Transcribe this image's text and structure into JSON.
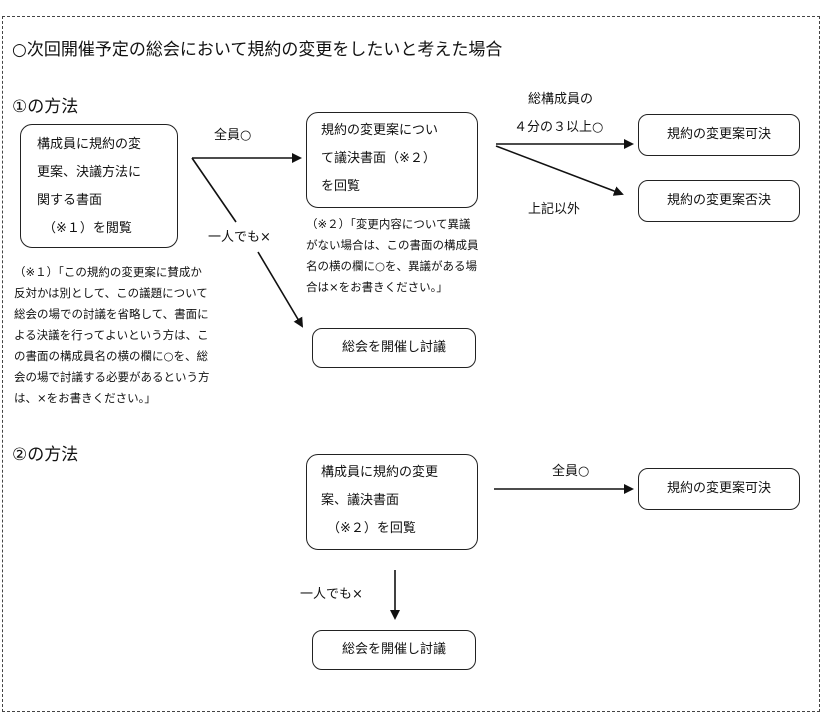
{
  "title": "○次回開催予定の総会において規約の変更をしたいと考えた場合",
  "method1": {
    "heading": "①の方法",
    "box_start": [
      "構成員に規約の変",
      "更案、決議方法に",
      "関する書面",
      "（※１）を閲覧"
    ],
    "box_mid": [
      "規約の変更案につい",
      "て議決書面（※２）",
      "を回覧"
    ],
    "label_all_ok": "全員○",
    "label_one_x": "一人でも×",
    "label_quarter_1": "総構成員の",
    "label_quarter_2": "４分の３以上○",
    "label_else": "上記以外",
    "result_pass": "規約の変更案可決",
    "result_reject": "規約の変更案否決",
    "result_meeting": "総会を開催し討議",
    "note1": "（※１）「この規約の変更案に賛成か\n反対かは別として、この議題について\n総会の場での討議を省略して、書面に\nよる決議を行ってよいという方は、こ\nの書面の構成員名の横の欄に○を、総\n会の場で討議する必要があるという方\nは、×をお書きください。」",
    "note2": "（※２）「変更内容について異議\nがない場合は、この書面の構成員\n名の横の欄に○を、異議がある場\n合は×をお書きください。」"
  },
  "method2": {
    "heading": "②の方法",
    "box_start": [
      "構成員に規約の変更",
      "案、議決書面",
      "（※２）を回覧"
    ],
    "label_all_ok": "全員○",
    "label_one_x": "一人でも×",
    "result_pass": "規約の変更案可決",
    "result_meeting": "総会を開催し討議"
  }
}
